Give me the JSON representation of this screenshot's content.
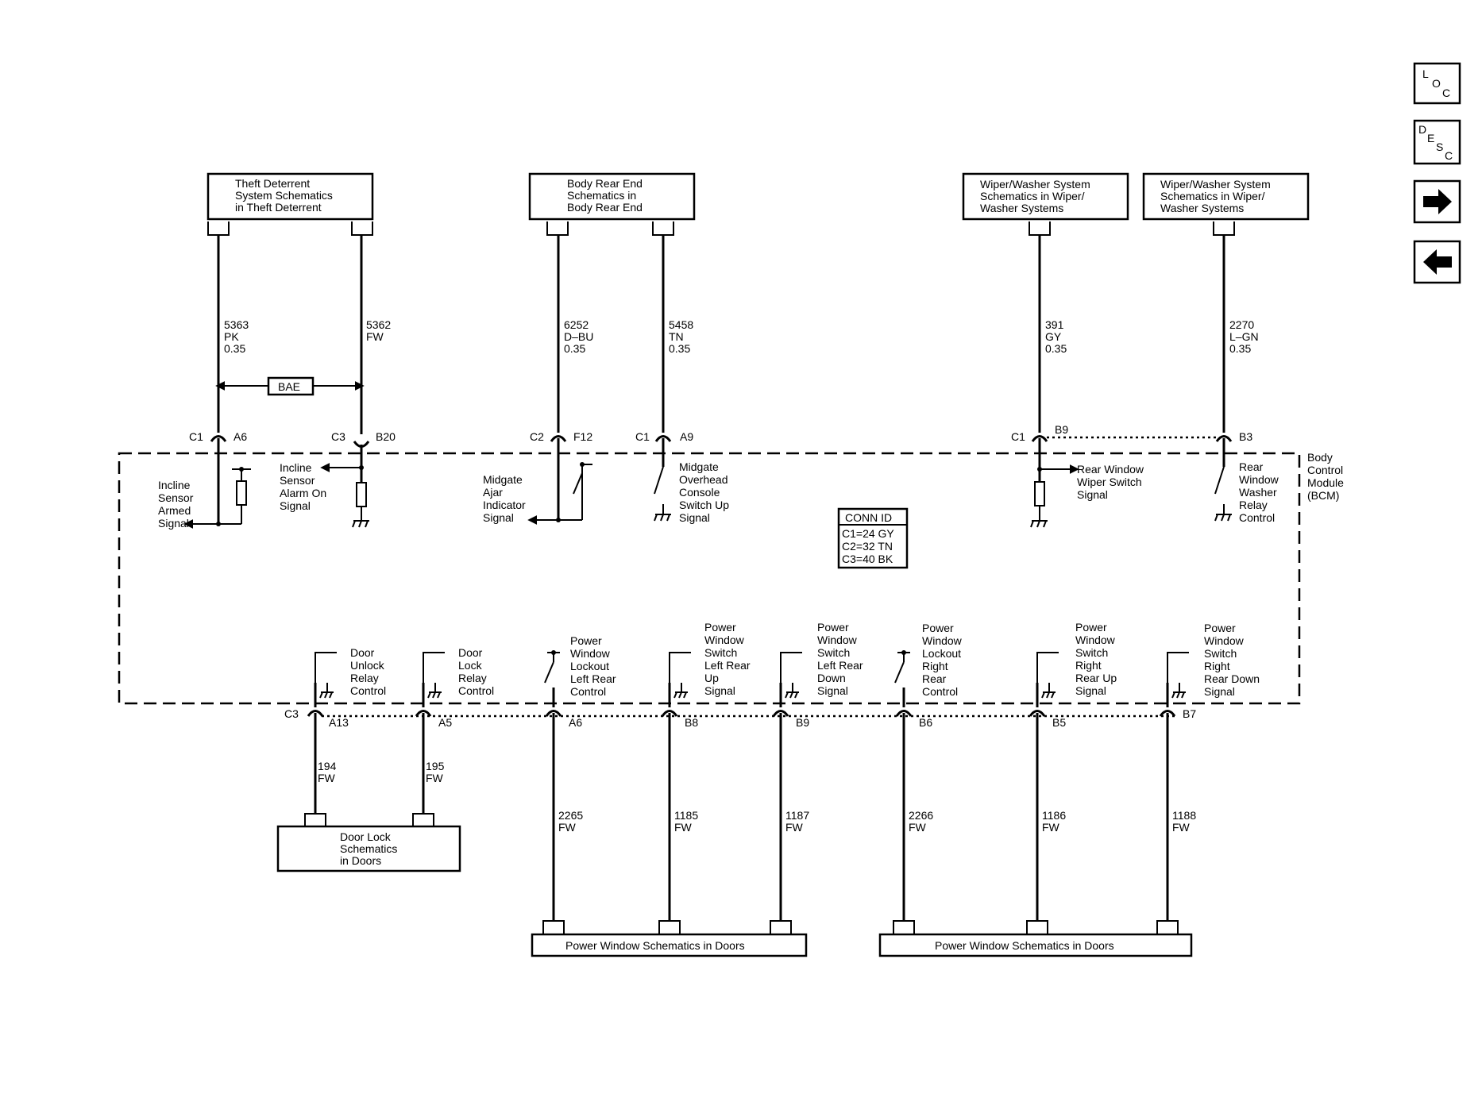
{
  "nav": {
    "loc": [
      "L",
      "O",
      "C"
    ],
    "desc": [
      "D",
      "E",
      "S",
      "C"
    ]
  },
  "module": {
    "label": [
      "Body",
      "Control",
      "Module",
      "(BCM)"
    ]
  },
  "connid": {
    "title": "CONN ID",
    "rows": [
      "C1=24 GY",
      "C2=32 TN",
      "C3=40 BK"
    ]
  },
  "top_boxes": {
    "theft": [
      "Theft Deterrent",
      "System Schematics",
      "in Theft Deterrent"
    ],
    "body_rear": [
      "Body Rear End",
      "Schematics in",
      "Body Rear End"
    ],
    "wiper1": [
      "Wiper/Washer System",
      "Schematics in Wiper/",
      "Washer Systems"
    ],
    "wiper2": [
      "Wiper/Washer System",
      "Schematics in Wiper/",
      "Washer Systems"
    ]
  },
  "bottom_boxes": {
    "door_lock": [
      "Door Lock",
      "Schematics",
      "in Doors"
    ],
    "pw1": "Power Window Schematics in Doors",
    "pw2": "Power Window Schematics in Doors"
  },
  "bae": "BAE",
  "top_wires": [
    {
      "circuit": [
        "5363",
        "PK",
        "0.35"
      ],
      "conn": "C1",
      "pin": "A6"
    },
    {
      "circuit": [
        "5362",
        "FW"
      ],
      "conn": "C3",
      "pin": "B20"
    },
    {
      "circuit": [
        "6252",
        "D–BU",
        "0.35"
      ],
      "conn": "C2",
      "pin": "F12"
    },
    {
      "circuit": [
        "5458",
        "TN",
        "0.35"
      ],
      "conn": "C1",
      "pin": "A9"
    },
    {
      "circuit": [
        "391",
        "GY",
        "0.35"
      ],
      "conn": "C1",
      "pin": "B9"
    },
    {
      "circuit": [
        "2270",
        "L–GN",
        "0.35"
      ],
      "conn": "",
      "pin": "B3"
    }
  ],
  "top_signals": {
    "incline_armed": [
      "Incline",
      "Sensor",
      "Armed",
      "Signal"
    ],
    "incline_alarm": [
      "Incline",
      "Sensor",
      "Alarm On",
      "Signal"
    ],
    "midgate_ajar": [
      "Midgate",
      "Ajar",
      "Indicator",
      "Signal"
    ],
    "midgate_console": [
      "Midgate",
      "Overhead",
      "Console",
      "Switch Up",
      "Signal"
    ],
    "rear_wiper": [
      "Rear Window",
      "Wiper Switch",
      "Signal"
    ],
    "rear_washer": [
      "Rear",
      "Window",
      "Washer",
      "Relay",
      "Control"
    ]
  },
  "bottom_wires": [
    {
      "conn": "C3",
      "pin": "A13",
      "circuit": [
        "194",
        "FW"
      ],
      "signal": [
        "Door",
        "Unlock",
        "Relay",
        "Control"
      ]
    },
    {
      "conn": "",
      "pin": "A5",
      "circuit": [
        "195",
        "FW"
      ],
      "signal": [
        "Door",
        "Lock",
        "Relay",
        "Control"
      ]
    },
    {
      "conn": "",
      "pin": "A6",
      "circuit": [
        "2265",
        "FW"
      ],
      "signal": [
        "Power",
        "Window",
        "Lockout",
        "Left Rear",
        "Control"
      ]
    },
    {
      "conn": "",
      "pin": "B8",
      "circuit": [
        "1185",
        "FW"
      ],
      "signal": [
        "Power",
        "Window",
        "Switch",
        "Left Rear",
        "Up",
        "Signal"
      ]
    },
    {
      "conn": "",
      "pin": "B9",
      "circuit": [
        "1187",
        "FW"
      ],
      "signal": [
        "Power",
        "Window",
        "Switch",
        "Left Rear",
        "Down",
        "Signal"
      ]
    },
    {
      "conn": "",
      "pin": "B6",
      "circuit": [
        "2266",
        "FW"
      ],
      "signal": [
        "Power",
        "Window",
        "Lockout",
        "Right",
        "Rear",
        "Control"
      ]
    },
    {
      "conn": "",
      "pin": "B5",
      "circuit": [
        "1186",
        "FW"
      ],
      "signal": [
        "Power",
        "Window",
        "Switch",
        "Right",
        "Rear Up",
        "Signal"
      ]
    },
    {
      "conn": "",
      "pin": "B7",
      "circuit": [
        "1188",
        "FW"
      ],
      "signal": [
        "Power",
        "Window",
        "Switch",
        "Right",
        "Rear Down",
        "Signal"
      ]
    }
  ]
}
